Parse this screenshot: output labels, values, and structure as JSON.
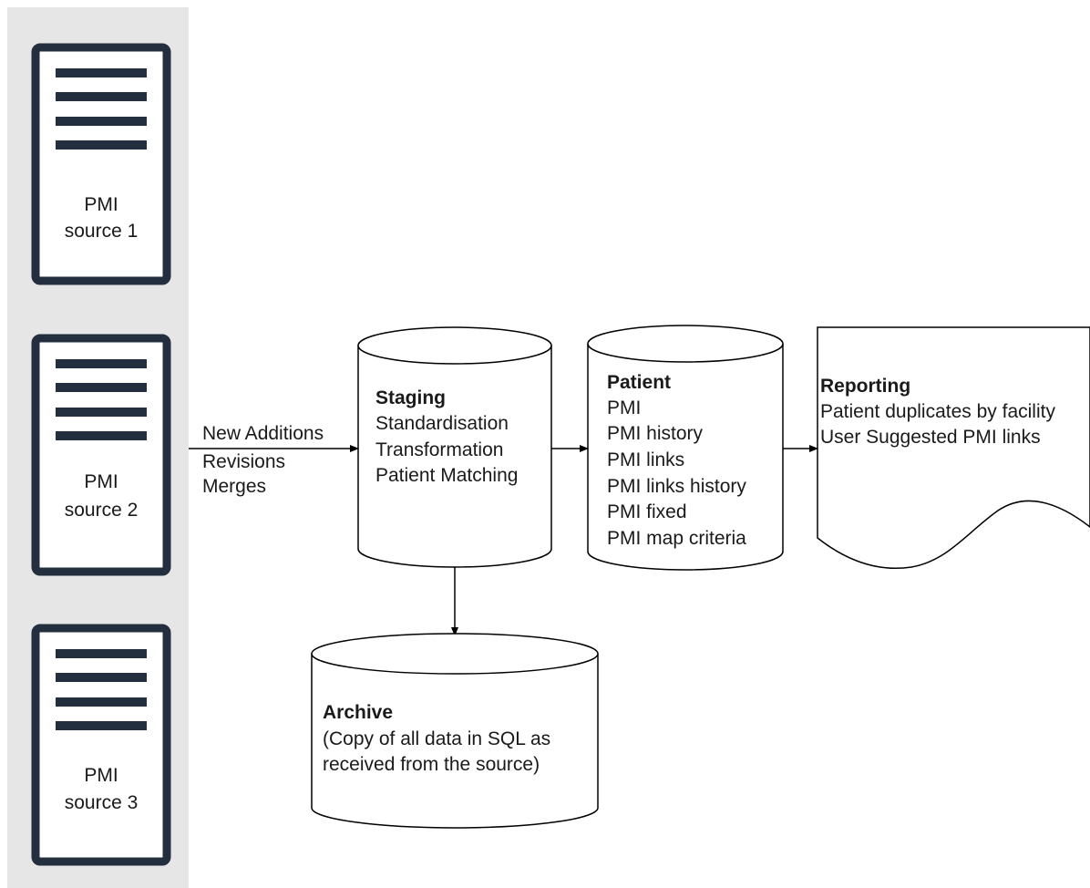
{
  "colors": {
    "panel_background": "#e6e6e6",
    "server_stroke": "#232f3e",
    "line": "#000000",
    "text": "#1a1a1a"
  },
  "sources": [
    {
      "icon": "server-icon",
      "line1": "PMI",
      "line2": "source 1"
    },
    {
      "icon": "server-icon",
      "line1": "PMI",
      "line2": "source 2"
    },
    {
      "icon": "server-icon",
      "line1": "PMI",
      "line2": "source 3"
    }
  ],
  "feed_labels": [
    "New Additions",
    "Revisions",
    "Merges"
  ],
  "staging": {
    "title": "Staging",
    "lines": [
      "Standardisation",
      "Transformation",
      "Patient Matching"
    ]
  },
  "patient": {
    "title": "Patient",
    "lines": [
      "PMI",
      "PMI history",
      "PMI links",
      "PMI links history",
      "PMI fixed",
      "PMI map criteria"
    ]
  },
  "reporting": {
    "title": "Reporting",
    "lines": [
      "Patient duplicates by facility",
      "User Suggested PMI links"
    ]
  },
  "archive": {
    "title": "Archive",
    "lines": [
      "(Copy of all data in SQL as",
      "received from the source)"
    ]
  }
}
